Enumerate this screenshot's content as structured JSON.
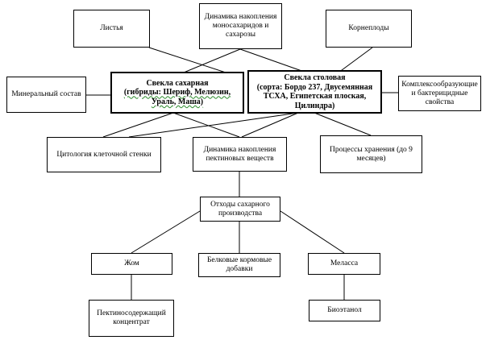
{
  "nodes": {
    "listya": "Листья",
    "dinamika_mono": "Динамика накопления моносахаридов и сахарозы",
    "korneplody": "Корнеплоды",
    "mineralny": "Минеральный состав",
    "svekla_saharnaya": {
      "title": "Свекла сахарная",
      "subtitle": "(гибриды: Шериф, Мелюзин, Ураль, Маша)"
    },
    "svekla_stolovaya": {
      "title": "Свекла столовая",
      "subtitle": "(сорта: Бордо 237, Двусемянная ТСХА, Египетская плоская, Цилиндра)"
    },
    "kompleks": "Комплексообразующие и бактерицидные свойства",
    "citologiya": "Цитология клеточной стенки",
    "dinamika_pektin": "Динамика накопления пектиновых веществ",
    "hranenie": "Процессы хранения (до 9 месяцев)",
    "othody": "Отходы сахарного производства",
    "zhom": "Жом",
    "belkovye": "Белковые кормовые добавки",
    "melassa": "Меласса",
    "pektinosoderzh": "Пектиносодержащий концентрат",
    "bioetanol": "Биоэтанол"
  }
}
